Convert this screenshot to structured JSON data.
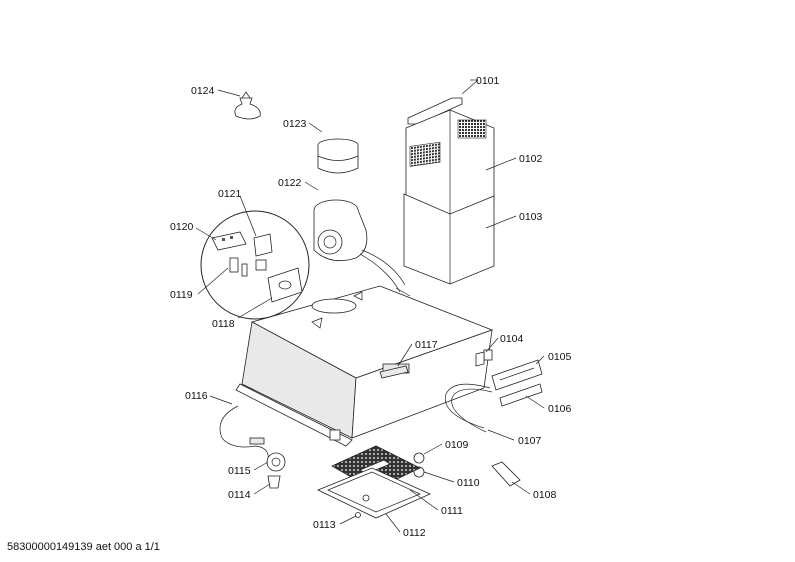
{
  "diagram": {
    "footer": "58300000149139 aet 000 a 1/1",
    "labels": {
      "p0101": "0101",
      "p0102": "0102",
      "p0103": "0103",
      "p0104": "0104",
      "p0105": "0105",
      "p0106": "0106",
      "p0107": "0107",
      "p0108": "0108",
      "p0109": "0109",
      "p0110": "0110",
      "p0111": "0111",
      "p0112": "0112",
      "p0113": "0113",
      "p0114": "0114",
      "p0115": "0115",
      "p0116": "0116",
      "p0117": "0117",
      "p0118": "0118",
      "p0119": "0119",
      "p0120": "0120",
      "p0121": "0121",
      "p0122": "0122",
      "p0123": "0123",
      "p0124": "0124"
    }
  }
}
